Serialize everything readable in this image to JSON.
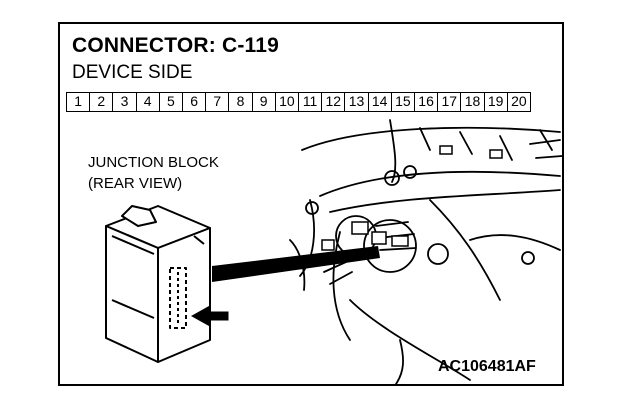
{
  "diagram": {
    "title": "CONNECTOR: C-119",
    "subtitle": "DEVICE SIDE",
    "pins": [
      "1",
      "2",
      "3",
      "4",
      "5",
      "6",
      "7",
      "8",
      "9",
      "10",
      "11",
      "12",
      "13",
      "14",
      "15",
      "16",
      "17",
      "18",
      "19",
      "20"
    ],
    "caption_line1": "JUNCTION BLOCK",
    "caption_line2": "(REAR VIEW)",
    "reference_code": "AC106481AF"
  }
}
